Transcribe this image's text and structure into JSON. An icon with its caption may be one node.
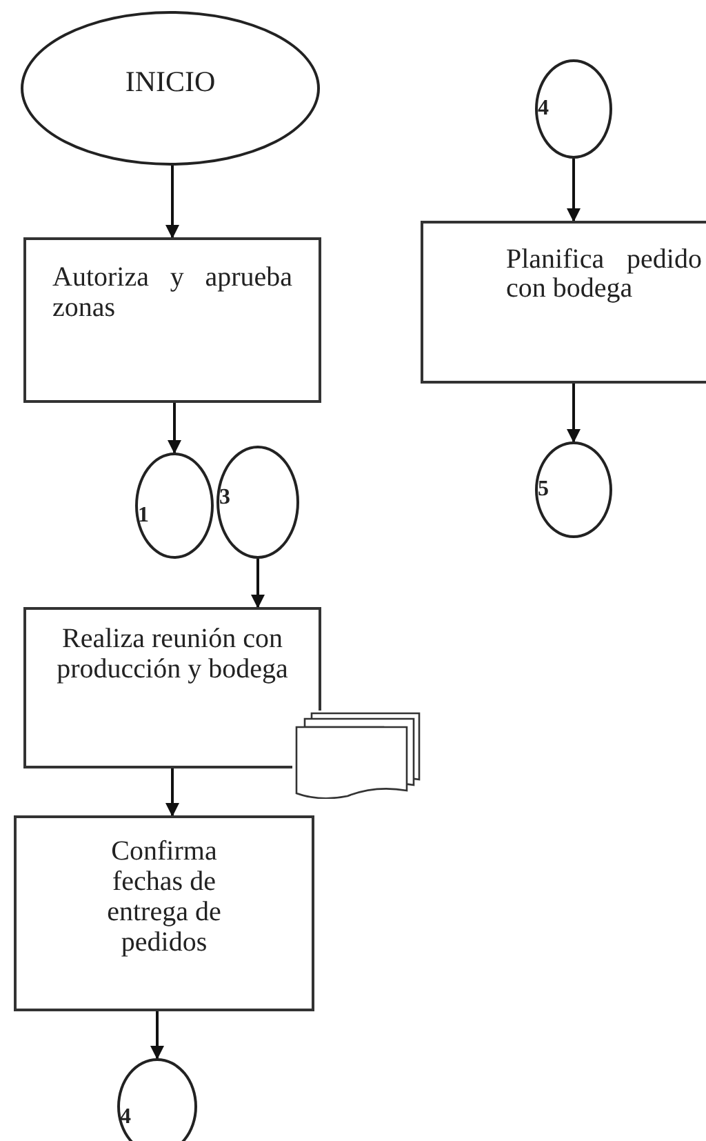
{
  "diagram": {
    "nodes": [
      {
        "text": [
          "INICIO"
        ]
      },
      {
        "text": [
          "Autoriza y aprueba zonas"
        ]
      },
      {
        "text": [
          "1"
        ]
      },
      {
        "text": [
          "3"
        ]
      },
      {
        "text": [
          "Realiza reunión con producción y bodega"
        ]
      },
      {
        "text": [],
        "shape": "document"
      },
      {
        "text": [
          "Confirma fechas de entrega de pedidos"
        ]
      },
      {
        "text": [
          "4"
        ]
      },
      {
        "text": [
          "4"
        ]
      },
      {
        "text": [
          "Planifica pedido con bodega"
        ]
      },
      {
        "text": [
          "5"
        ]
      }
    ],
    "edges": [
      {
        "from": 0,
        "to": 1,
        "arrow": "to"
      },
      {
        "from": 1,
        "to": 2,
        "arrow": "to"
      },
      {
        "from": 3,
        "to": 4,
        "arrow": "to"
      },
      {
        "from": 4,
        "to": 6,
        "arrow": "to"
      },
      {
        "from": 6,
        "to": 7,
        "arrow": "to"
      },
      {
        "from": 8,
        "to": 9,
        "arrow": "to"
      },
      {
        "from": 9,
        "to": 10,
        "arrow": "to"
      }
    ]
  }
}
